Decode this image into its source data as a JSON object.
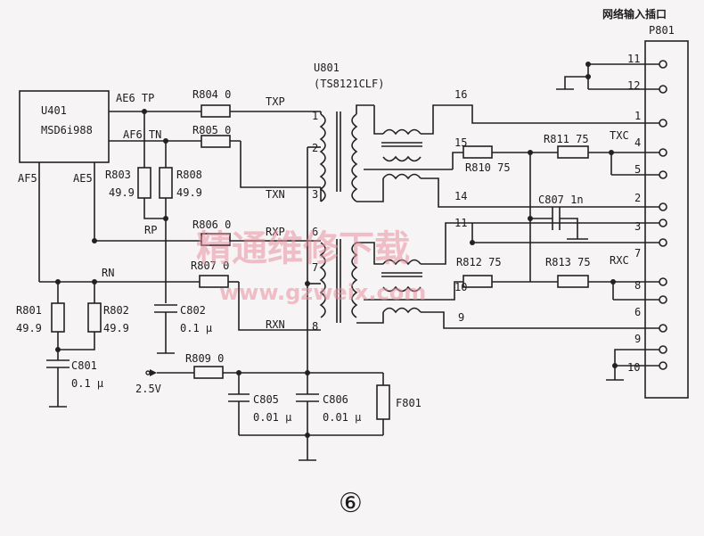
{
  "connector": {
    "title": "网络输入插口",
    "ref": "P801",
    "pins": [
      "11",
      "12",
      "1",
      "4",
      "5",
      "2",
      "3",
      "7",
      "8",
      "6",
      "9",
      "10"
    ]
  },
  "ic": {
    "ref": "U401",
    "model": "MSD6i988"
  },
  "transformer": {
    "ref": "U801",
    "model": "(TS8121CLF)"
  },
  "pins": {
    "ae6tp": "AE6 TP",
    "af6tn": "AF6 TN",
    "af5": "AF5",
    "ae5": "AE5",
    "ic_left": [
      "1",
      "2",
      "3",
      "6",
      "7",
      "8"
    ],
    "ic_right": [
      "16",
      "15",
      "14",
      "11",
      "10",
      "9"
    ]
  },
  "nets": {
    "txp": "TXP",
    "txn": "TXN",
    "rxp": "RXP",
    "rxn": "RXN",
    "rp": "RP",
    "rn": "RN",
    "txc": "TXC",
    "rxc": "RXC",
    "v25": "2.5V"
  },
  "parts": {
    "r804": "R804 0",
    "r805": "R805 0",
    "r806": "R806 0",
    "r807": "R807 0",
    "r809": "R809 0",
    "r803_ref": "R803",
    "r803_val": "49.9",
    "r808_ref": "R808",
    "r808_val": "49.9",
    "r801_ref": "R801",
    "r801_val": "49.9",
    "r802_ref": "R802",
    "r802_val": "49.9",
    "r810": "R810 75",
    "r811": "R811 75",
    "r812": "R812 75",
    "r813": "R813 75",
    "c807": "C807 1n",
    "c801_ref": "C801",
    "c801_val": "0.1 μ",
    "c802_ref": "C802",
    "c802_val": "0.1 μ",
    "c805_ref": "C805",
    "c805_val": "0.01 μ",
    "c806_ref": "C806",
    "c806_val": "0.01 μ",
    "f801": "F801"
  },
  "watermark": {
    "cn": "精通维修下载",
    "url": "www.gzweix.com"
  },
  "figure_number": "⑥"
}
